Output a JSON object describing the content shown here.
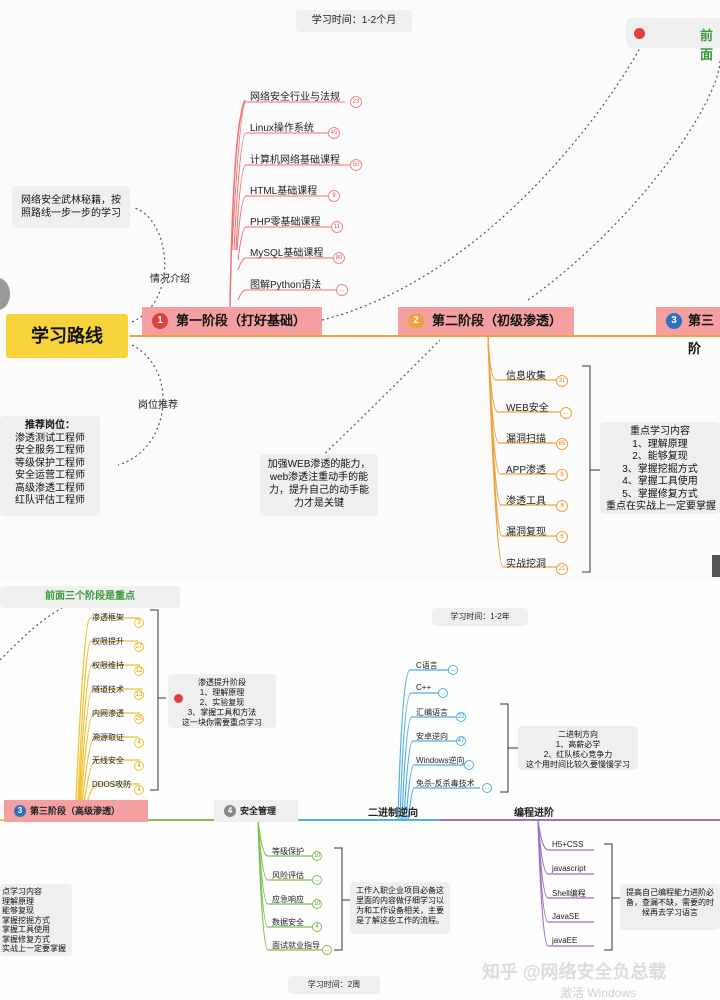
{
  "top": {
    "time_label": "学习时间：1-2个月",
    "right_tag": "前面",
    "root": "学习路线",
    "intro_note": "网络安全武林秘籍，按照路线一步一步的学习",
    "intro_label": "情况介绍",
    "job_label": "岗位推荐",
    "job_note": [
      "推荐岗位：",
      "渗透测试工程师",
      "安全服务工程师",
      "等级保护工程师",
      "安全运营工程师",
      "高级渗透工程师",
      "红队评估工程师"
    ],
    "stage1": {
      "num": "1",
      "label": "第一阶段（打好基础）"
    },
    "stage2": {
      "num": "2",
      "label": "第二阶段（初级渗透）"
    },
    "stage3": {
      "num": "3",
      "label": "第三阶"
    },
    "stage1_items": [
      {
        "label": "网络安全行业与法规",
        "badge": "23"
      },
      {
        "label": "Linux操作系统",
        "badge": "45"
      },
      {
        "label": "计算机网络基础课程",
        "badge": "50"
      },
      {
        "label": "HTML基础课程",
        "badge": "9"
      },
      {
        "label": "PHP零基础课程",
        "badge": "11"
      },
      {
        "label": "MySQL基础课程",
        "badge": "80"
      },
      {
        "label": "图解Python语法",
        "badge": "..."
      }
    ],
    "stage2_items": [
      {
        "label": "信息收集",
        "badge": "31"
      },
      {
        "label": "WEB安全",
        "badge": "..."
      },
      {
        "label": "漏洞扫描",
        "badge": "65"
      },
      {
        "label": "APP渗透",
        "badge": "8"
      },
      {
        "label": "渗透工具",
        "badge": "8"
      },
      {
        "label": "漏洞复现",
        "badge": "6"
      },
      {
        "label": "实战挖洞",
        "badge": "21"
      }
    ],
    "web_note": "加强WEB渗透的能力，web渗透注重动手的能力，提升自己的动手能力才是关键",
    "key_note": [
      "重点学习内容",
      "1、理解原理",
      "2、能够复现",
      "3、掌握挖掘方式",
      "4、掌握工具使用",
      "5、掌握修复方式",
      "重点在实战上一定要掌握"
    ]
  },
  "bottom": {
    "header_tag": "前面三个阶段是重点",
    "stage3_items": [
      {
        "label": "渗透框架",
        "badge": "3"
      },
      {
        "label": "权限提升",
        "badge": "27"
      },
      {
        "label": "权限维持",
        "badge": "12"
      },
      {
        "label": "隧道技术",
        "badge": "13"
      },
      {
        "label": "内网渗透",
        "badge": "25"
      },
      {
        "label": "溯源取证",
        "badge": "4"
      },
      {
        "label": "无线安全",
        "badge": "4"
      },
      {
        "label": "DDOS攻防",
        "badge": "4"
      }
    ],
    "pen_note": [
      "渗透提升阶段",
      "1、理解原理",
      "2、实验复现",
      "3、掌握工具和方法",
      "这一块你需要重点学习"
    ],
    "time2": "学习时间：1-2年",
    "binary_items": [
      {
        "label": "C语言",
        "badge": "..."
      },
      {
        "label": "C++",
        "badge": "..."
      },
      {
        "label": "汇编语言",
        "badge": "22"
      },
      {
        "label": "安卓逆向",
        "badge": "47"
      },
      {
        "label": "Windows逆向",
        "badge": "..."
      },
      {
        "label": "免杀-反杀毒技术",
        "badge": "..."
      }
    ],
    "binary_note": [
      "二进制方向",
      "1、高薪必学",
      "2、红队核心竞争力",
      "这个用时间比较久要慢慢学习"
    ],
    "stage3": {
      "num": "3",
      "label": "第三阶段（高级渗透）"
    },
    "security_mgmt": {
      "num": "4",
      "label": "安全管理"
    },
    "binary_reverse": "二进制逆向",
    "programming": "编程进阶",
    "mgmt_items": [
      {
        "label": "等级保护",
        "badge": "10"
      },
      {
        "label": "风险评估",
        "badge": "..."
      },
      {
        "label": "应急响应",
        "badge": "10"
      },
      {
        "label": "数据安全",
        "badge": "4"
      },
      {
        "label": "面试就业指导",
        "badge": "..."
      }
    ],
    "mgmt_note": "工作入职企业项目必备这里面的内容做仔细学习以为和工作设备相关，主要是了解这些工作的流程。",
    "key_note_small": [
      "点学习内容",
      "理解原理",
      "能够复现",
      "掌握挖掘方式",
      "掌握工具使用",
      "掌握修复方式",
      "实战上一定要掌握"
    ],
    "prog_items": [
      {
        "label": "H5+CSS"
      },
      {
        "label": "javascript"
      },
      {
        "label": "Shell编程"
      },
      {
        "label": "JavaSE"
      },
      {
        "label": "javaEE"
      }
    ],
    "prog_note": "提高自己编程能力进阶必备，查漏不缺，需要的时候再去学习语言",
    "time3": "学习时间：2周",
    "watermark": "知乎 @网络安全负总载",
    "win_watermark": "激活 Windows"
  },
  "colors": {
    "stage_bg": "#f4a0a0",
    "root_bg": "#f7d53a",
    "line_orange": "#f0a040",
    "line_yellow": "#f0c030",
    "line_green": "#80c050",
    "line_blue": "#50b0e0",
    "line_purple": "#a070c0"
  }
}
